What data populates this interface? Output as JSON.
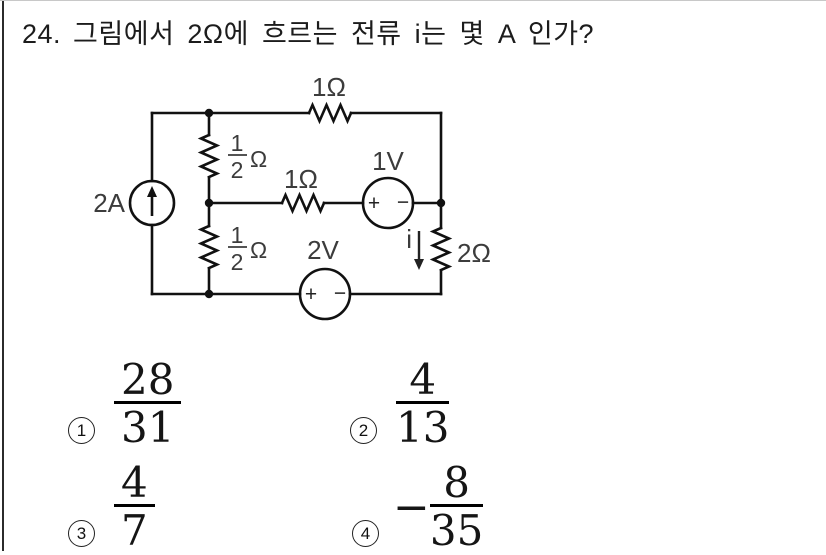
{
  "question": {
    "number": "24.",
    "text": "그림에서 2Ω에 흐르는 전류 i는 몇 A 인가?"
  },
  "circuit": {
    "current_source_label": "2A",
    "top_resistor_label": "1Ω",
    "mid_resistor_label": "1Ω",
    "upper_half_resistor": {
      "num": "1",
      "den": "2",
      "unit": "Ω"
    },
    "lower_half_resistor": {
      "num": "1",
      "den": "2",
      "unit": "Ω"
    },
    "voltage_source_1_label": "1V",
    "voltage_source_2_label": "2V",
    "right_resistor_label": "2Ω",
    "current_arrow_label": "i",
    "plus": "+",
    "minus": "−"
  },
  "choices": [
    {
      "number": "1",
      "sign": "",
      "numerator": "28",
      "denominator": "31"
    },
    {
      "number": "2",
      "sign": "",
      "numerator": "4",
      "denominator": "13"
    },
    {
      "number": "3",
      "sign": "",
      "numerator": "4",
      "denominator": "7"
    },
    {
      "number": "4",
      "sign": "−",
      "numerator": "8",
      "denominator": "35"
    }
  ]
}
